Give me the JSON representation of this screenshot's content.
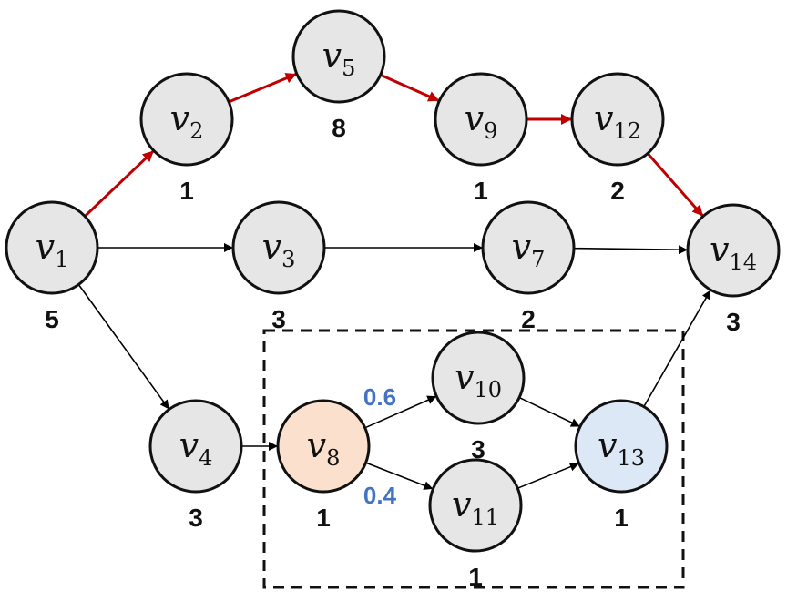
{
  "colors": {
    "node_fill": "#e6e6e6",
    "node_v8_fill": "#fbe0cd",
    "node_v13_fill": "#dce8f5",
    "critical_edge": "#c00000",
    "normal_edge": "#000000",
    "probability_text": "#4472c4"
  },
  "nodes": [
    {
      "id": "v1",
      "name": "v",
      "sub": "1",
      "weight": "5"
    },
    {
      "id": "v2",
      "name": "v",
      "sub": "2",
      "weight": "1"
    },
    {
      "id": "v3",
      "name": "v",
      "sub": "3",
      "weight": "3"
    },
    {
      "id": "v4",
      "name": "v",
      "sub": "4",
      "weight": "3"
    },
    {
      "id": "v5",
      "name": "v",
      "sub": "5",
      "weight": "8"
    },
    {
      "id": "v7",
      "name": "v",
      "sub": "7",
      "weight": "2"
    },
    {
      "id": "v8",
      "name": "v",
      "sub": "8",
      "weight": "1"
    },
    {
      "id": "v9",
      "name": "v",
      "sub": "9",
      "weight": "1"
    },
    {
      "id": "v10",
      "name": "v",
      "sub": "10",
      "weight": "3"
    },
    {
      "id": "v11",
      "name": "v",
      "sub": "11",
      "weight": "1"
    },
    {
      "id": "v12",
      "name": "v",
      "sub": "12",
      "weight": "2"
    },
    {
      "id": "v13",
      "name": "v",
      "sub": "13",
      "weight": "1"
    },
    {
      "id": "v14",
      "name": "v",
      "sub": "14",
      "weight": "3"
    }
  ],
  "edges": [
    {
      "from": "v1",
      "to": "v2",
      "critical": true
    },
    {
      "from": "v2",
      "to": "v5",
      "critical": true
    },
    {
      "from": "v5",
      "to": "v9",
      "critical": true
    },
    {
      "from": "v9",
      "to": "v12",
      "critical": true
    },
    {
      "from": "v12",
      "to": "v14",
      "critical": true
    },
    {
      "from": "v1",
      "to": "v3",
      "critical": false
    },
    {
      "from": "v3",
      "to": "v7",
      "critical": false
    },
    {
      "from": "v7",
      "to": "v14",
      "critical": false
    },
    {
      "from": "v1",
      "to": "v4",
      "critical": false
    },
    {
      "from": "v4",
      "to": "v8",
      "critical": false
    },
    {
      "from": "v8",
      "to": "v10",
      "critical": false,
      "probability": "0.6"
    },
    {
      "from": "v8",
      "to": "v11",
      "critical": false,
      "probability": "0.4"
    },
    {
      "from": "v10",
      "to": "v13",
      "critical": false
    },
    {
      "from": "v11",
      "to": "v13",
      "critical": false
    },
    {
      "from": "v13",
      "to": "v14",
      "critical": false
    }
  ]
}
